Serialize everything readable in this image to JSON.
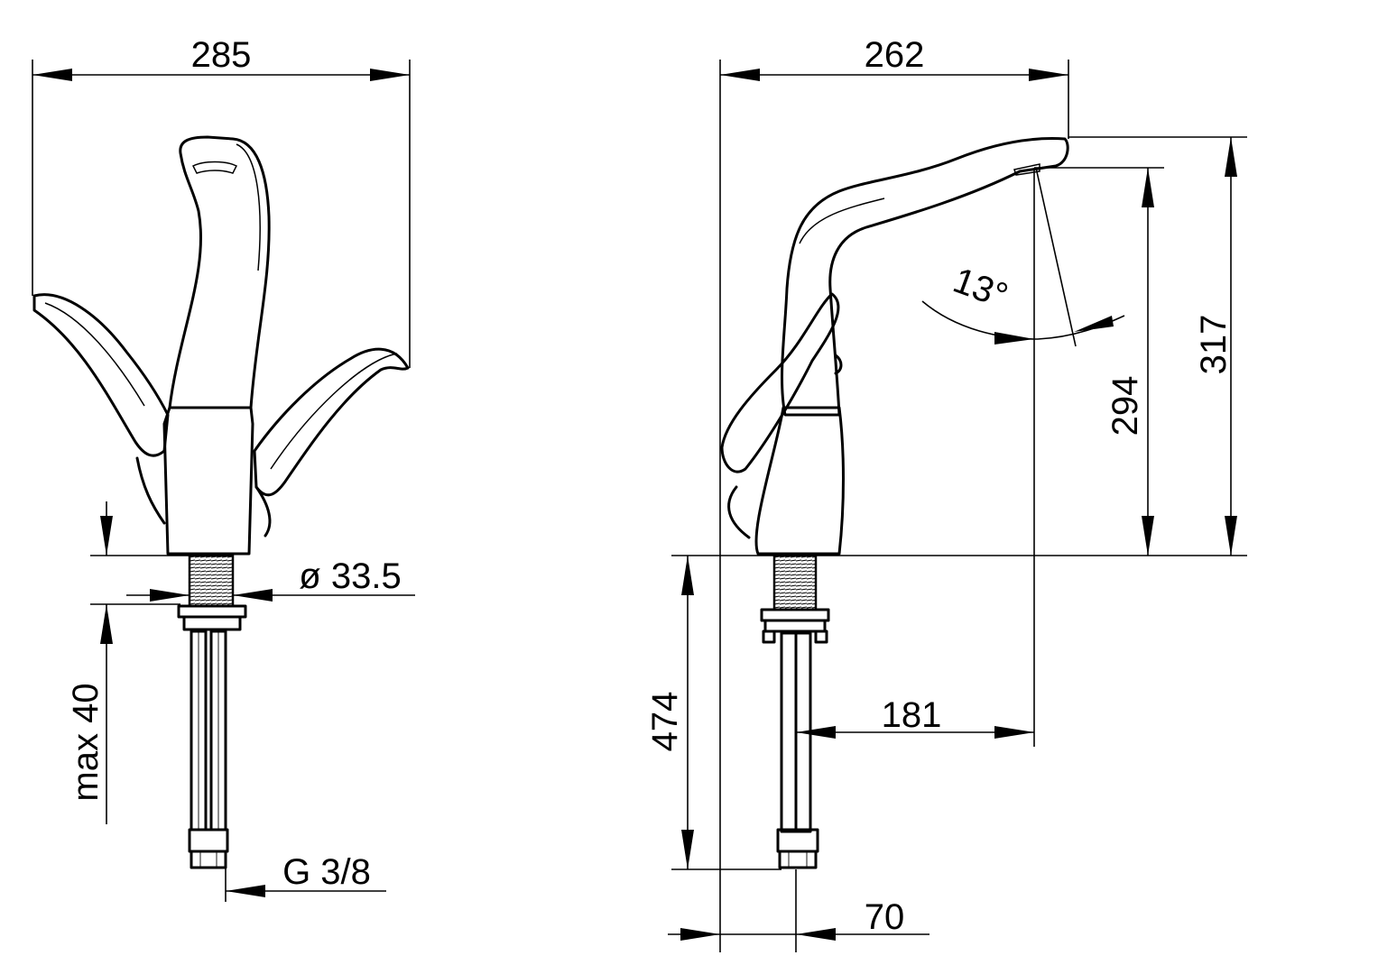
{
  "dimensions": {
    "front_width": "285",
    "side_width": "262",
    "thread_diameter": "ø 33.5",
    "mounting_thickness": "max 40",
    "connection_thread": "G 3/8",
    "spout_angle": "13°",
    "spout_outlet_height": "294",
    "total_height": "317",
    "hose_length": "474",
    "spout_reach": "181",
    "hose_offset": "70"
  },
  "colors": {
    "line": "#000000",
    "background": "#ffffff"
  }
}
